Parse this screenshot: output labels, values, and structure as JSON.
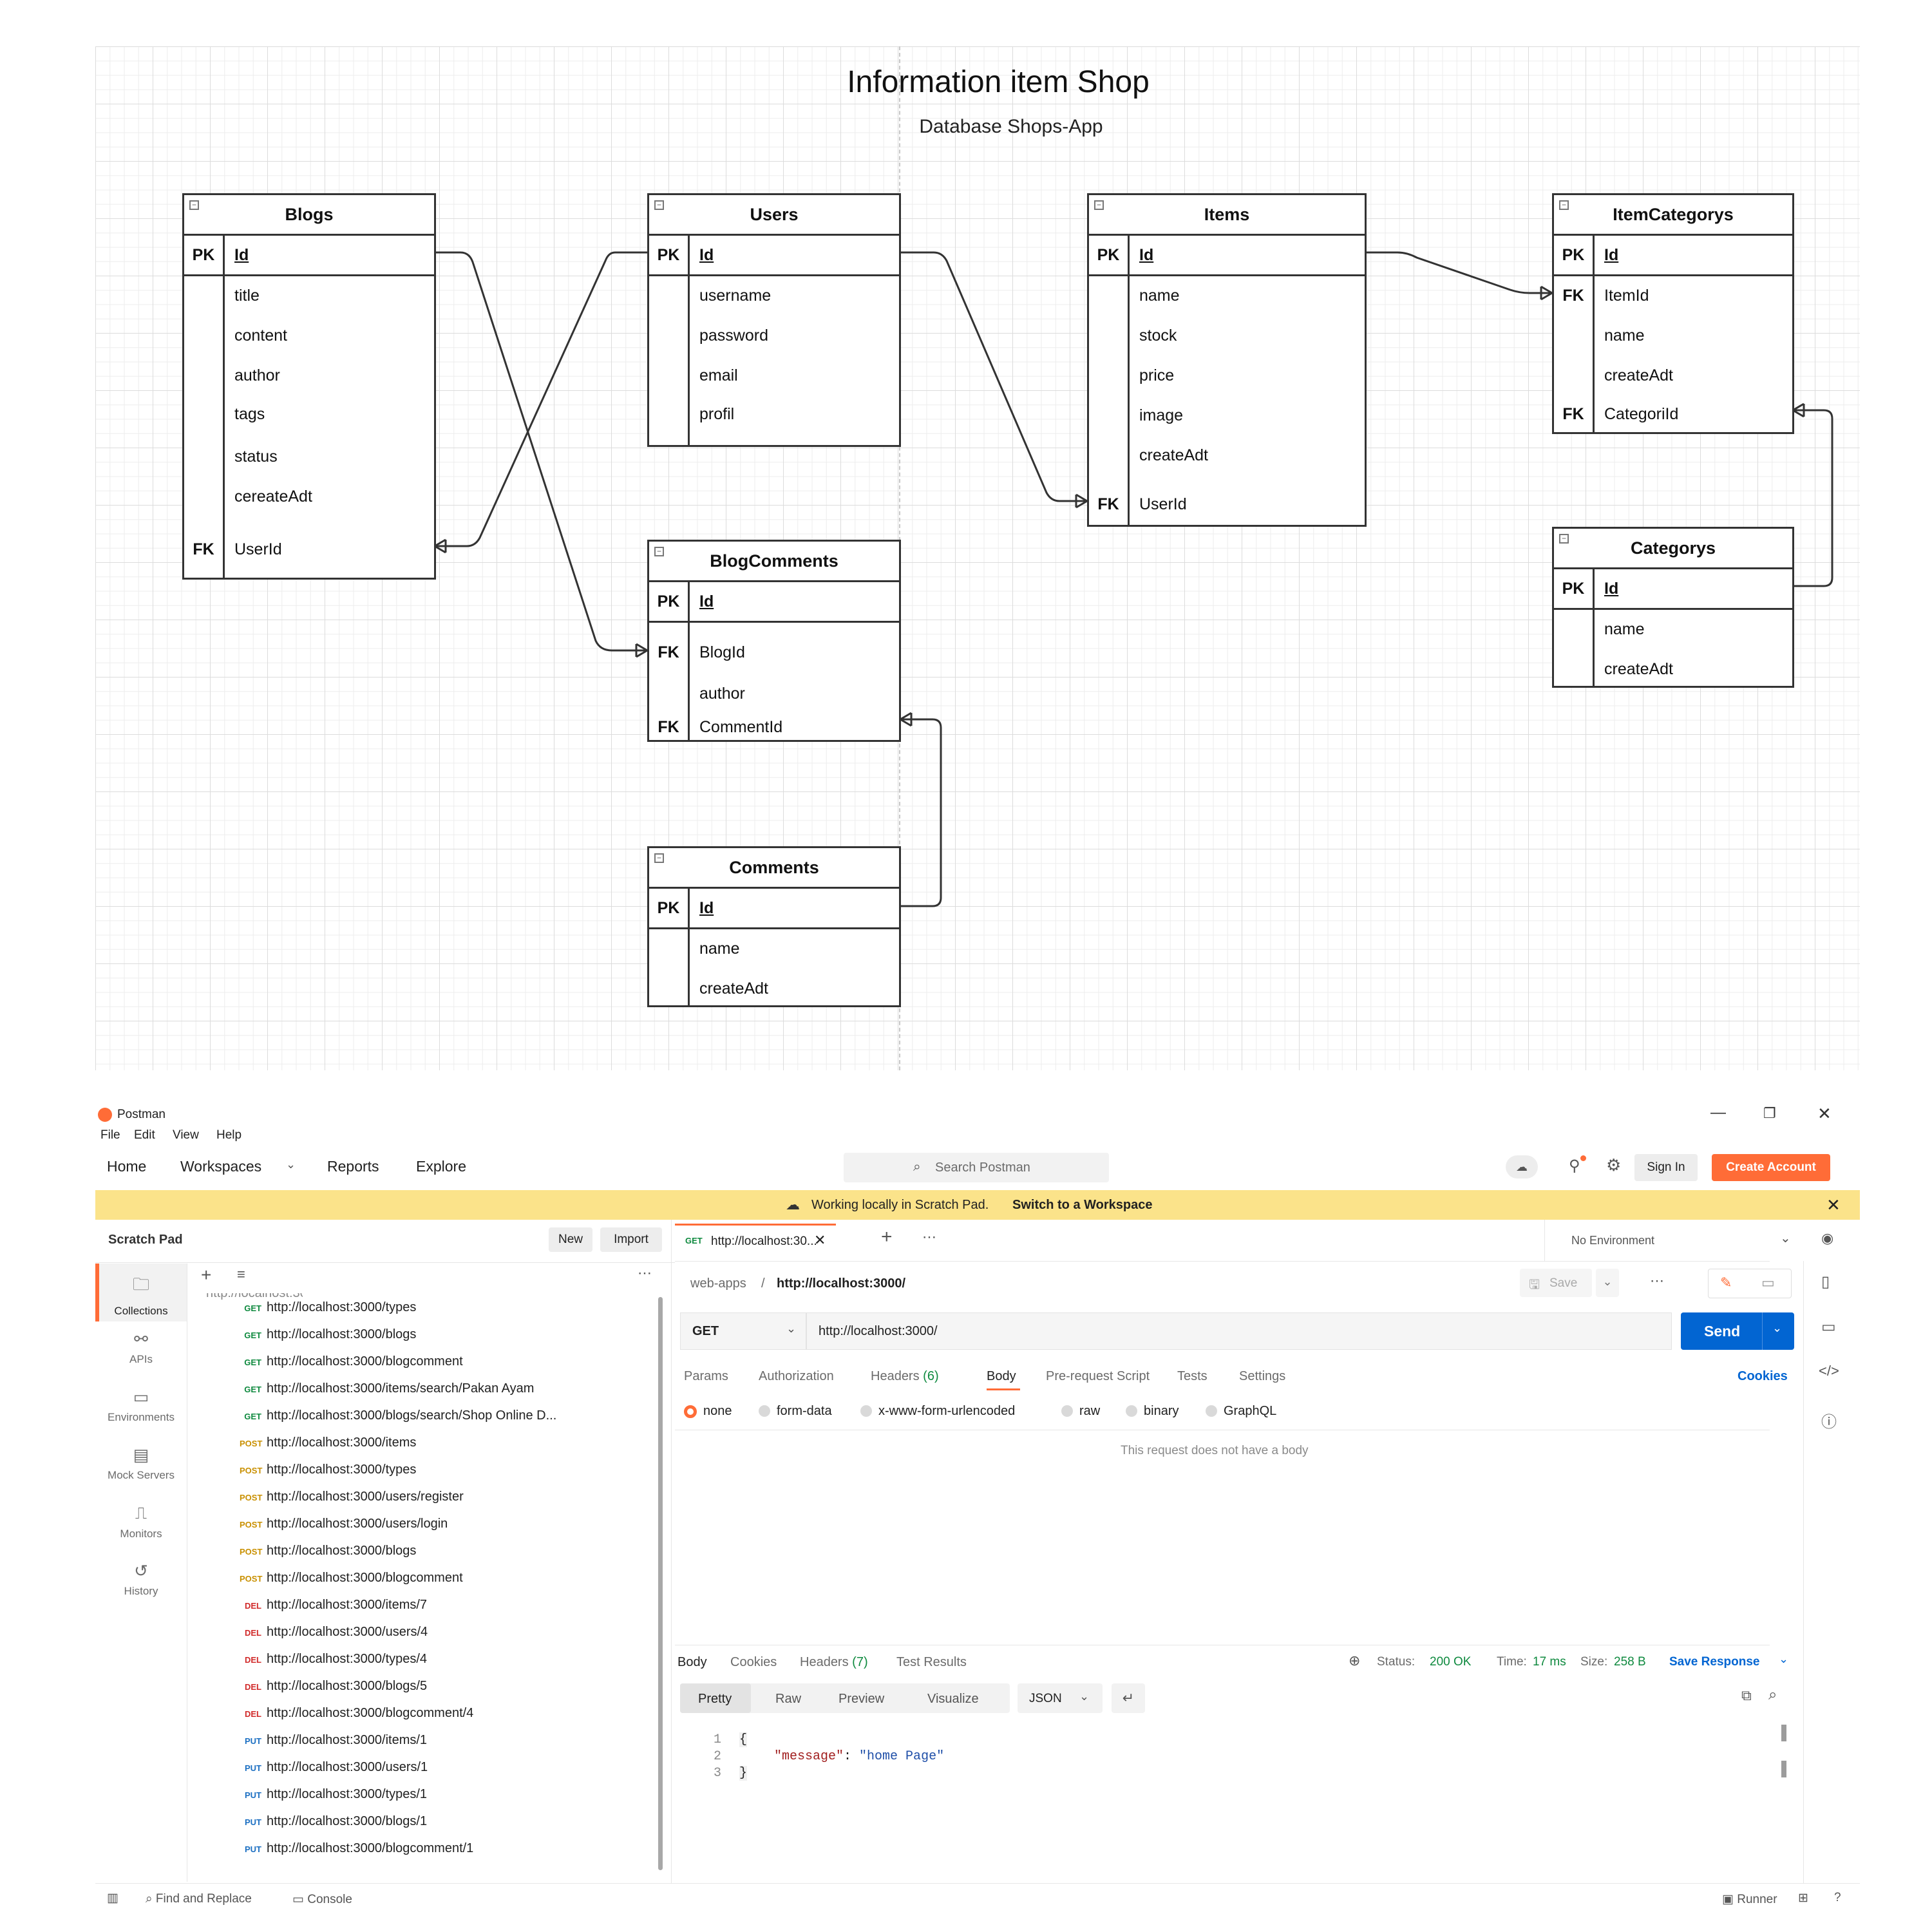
{
  "diagram": {
    "title": "Information item Shop",
    "subtitle": "Database Shops-App",
    "entities": {
      "blogs": {
        "name": "Blogs",
        "pk": {
          "key": "PK",
          "field": "Id"
        },
        "rows": [
          {
            "key": "",
            "field": "title"
          },
          {
            "key": "",
            "field": "content"
          },
          {
            "key": "",
            "field": "author"
          },
          {
            "key": "",
            "field": "tags"
          },
          {
            "key": "",
            "field": "status"
          },
          {
            "key": "",
            "field": "cereateAdt"
          },
          {
            "key": "FK",
            "field": "UserId"
          }
        ]
      },
      "users": {
        "name": "Users",
        "pk": {
          "key": "PK",
          "field": "Id"
        },
        "rows": [
          {
            "key": "",
            "field": "username"
          },
          {
            "key": "",
            "field": "password"
          },
          {
            "key": "",
            "field": "email"
          },
          {
            "key": "",
            "field": "profil"
          }
        ]
      },
      "items": {
        "name": "Items",
        "pk": {
          "key": "PK",
          "field": "Id"
        },
        "rows": [
          {
            "key": "",
            "field": "name"
          },
          {
            "key": "",
            "field": "stock"
          },
          {
            "key": "",
            "field": "price"
          },
          {
            "key": "",
            "field": "image"
          },
          {
            "key": "",
            "field": "createAdt"
          },
          {
            "key": "FK",
            "field": "UserId"
          }
        ]
      },
      "itemcategorys": {
        "name": "ItemCategorys",
        "pk": {
          "key": "PK",
          "field": "Id"
        },
        "rows": [
          {
            "key": "FK",
            "field": "ItemId"
          },
          {
            "key": "",
            "field": "name"
          },
          {
            "key": "",
            "field": "createAdt"
          },
          {
            "key": "FK",
            "field": "CategoriId"
          }
        ]
      },
      "blogcomments": {
        "name": "BlogComments",
        "pk": {
          "key": "PK",
          "field": "Id"
        },
        "rows": [
          {
            "key": "FK",
            "field": "BlogId"
          },
          {
            "key": "",
            "field": "author"
          },
          {
            "key": "FK",
            "field": "CommentId"
          }
        ]
      },
      "categorys": {
        "name": "Categorys",
        "pk": {
          "key": "PK",
          "field": "Id"
        },
        "rows": [
          {
            "key": "",
            "field": "name"
          },
          {
            "key": "",
            "field": "createAdt"
          }
        ]
      },
      "comments": {
        "name": "Comments",
        "pk": {
          "key": "PK",
          "field": "Id"
        },
        "rows": [
          {
            "key": "",
            "field": "name"
          },
          {
            "key": "",
            "field": "createAdt"
          }
        ]
      }
    }
  },
  "postman": {
    "app_title": "Postman",
    "menu": [
      "File",
      "Edit",
      "View",
      "Help"
    ],
    "nav": {
      "home": "Home",
      "workspaces": "Workspaces",
      "reports": "Reports",
      "explore": "Explore"
    },
    "search_placeholder": "Search Postman",
    "sign_in": "Sign In",
    "create_account": "Create Account",
    "banner": {
      "text": "Working locally in Scratch Pad.",
      "link": "Switch to a Workspace"
    },
    "scratch_pad": "Scratch Pad",
    "new_label": "New",
    "import_label": "Import",
    "side_nav": [
      "Collections",
      "APIs",
      "Environments",
      "Mock Servers",
      "Monitors",
      "History"
    ],
    "requests": [
      {
        "method": "GET",
        "label": "GET",
        "url": "http://localhost:3000/types"
      },
      {
        "method": "GET",
        "label": "GET",
        "url": "http://localhost:3000/blogs"
      },
      {
        "method": "GET",
        "label": "GET",
        "url": "http://localhost:3000/blogcomment"
      },
      {
        "method": "GET",
        "label": "GET",
        "url": "http://localhost:3000/items/search/Pakan Ayam"
      },
      {
        "method": "GET",
        "label": "GET",
        "url": "http://localhost:3000/blogs/search/Shop Online D..."
      },
      {
        "method": "POST",
        "label": "POST",
        "url": "http://localhost:3000/items"
      },
      {
        "method": "POST",
        "label": "POST",
        "url": "http://localhost:3000/types"
      },
      {
        "method": "POST",
        "label": "POST",
        "url": "http://localhost:3000/users/register"
      },
      {
        "method": "POST",
        "label": "POST",
        "url": "http://localhost:3000/users/login"
      },
      {
        "method": "POST",
        "label": "POST",
        "url": "http://localhost:3000/blogs"
      },
      {
        "method": "POST",
        "label": "POST",
        "url": "http://localhost:3000/blogcomment"
      },
      {
        "method": "DEL",
        "label": "DEL",
        "url": "http://localhost:3000/items/7"
      },
      {
        "method": "DEL",
        "label": "DEL",
        "url": "http://localhost:3000/users/4"
      },
      {
        "method": "DEL",
        "label": "DEL",
        "url": "http://localhost:3000/types/4"
      },
      {
        "method": "DEL",
        "label": "DEL",
        "url": "http://localhost:3000/blogs/5"
      },
      {
        "method": "DEL",
        "label": "DEL",
        "url": "http://localhost:3000/blogcomment/4"
      },
      {
        "method": "PUT",
        "label": "PUT",
        "url": "http://localhost:3000/items/1"
      },
      {
        "method": "PUT",
        "label": "PUT",
        "url": "http://localhost:3000/users/1"
      },
      {
        "method": "PUT",
        "label": "PUT",
        "url": "http://localhost:3000/types/1"
      },
      {
        "method": "PUT",
        "label": "PUT",
        "url": "http://localhost:3000/blogs/1"
      },
      {
        "method": "PUT",
        "label": "PUT",
        "url": "http://localhost:3000/blogcomment/1"
      }
    ],
    "tab": {
      "method": "GET",
      "url": "http://localhost:30..."
    },
    "environment": "No Environment",
    "breadcrumb": {
      "collection": "web-apps",
      "request": "http://localhost:3000/"
    },
    "save_label": "Save",
    "request": {
      "method": "GET",
      "url": "http://localhost:3000/",
      "send": "Send"
    },
    "request_tabs": {
      "params": "Params",
      "authorization": "Authorization",
      "headers": "Headers",
      "headers_count": "(6)",
      "body": "Body",
      "prerequest": "Pre-request Script",
      "tests": "Tests",
      "settings": "Settings",
      "cookies": "Cookies"
    },
    "body_types": [
      "none",
      "form-data",
      "x-www-form-urlencoded",
      "raw",
      "binary",
      "GraphQL"
    ],
    "no_body_message": "This request does not have a body",
    "response": {
      "tabs": {
        "body": "Body",
        "cookies": "Cookies",
        "headers": "Headers",
        "headers_count": "(7)",
        "tests": "Test Results"
      },
      "status_label": "Status:",
      "status": "200 OK",
      "time_label": "Time:",
      "time": "17 ms",
      "size_label": "Size:",
      "size": "258 B",
      "save_response": "Save Response",
      "view_modes": [
        "Pretty",
        "Raw",
        "Preview",
        "Visualize"
      ],
      "format": "JSON",
      "line_numbers": [
        "1",
        "2",
        "3"
      ],
      "open_brace": "{",
      "json_key": "\"message\"",
      "json_colon": ": ",
      "json_value": "\"home Page\"",
      "close_brace": "}"
    },
    "footer": {
      "find": "Find and Replace",
      "console": "Console",
      "runner": "Runner"
    },
    "colors": {
      "accent": "#ff6c37",
      "send": "#0265d2",
      "banner": "#fbe38a",
      "status_ok": "#0f8a3f"
    }
  }
}
